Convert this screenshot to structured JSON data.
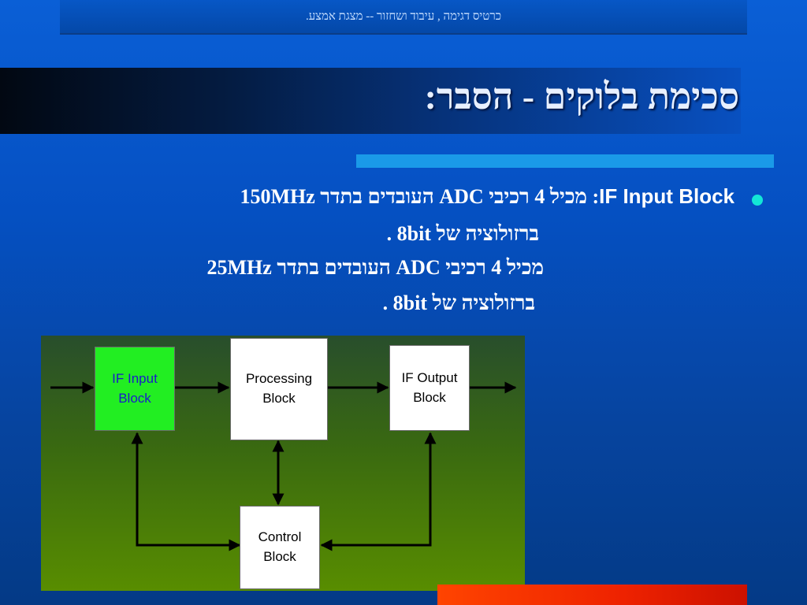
{
  "header": {
    "course_text": "כרטיס דגימה , עיבוד ושחזור -- מצגת אמצע."
  },
  "slide": {
    "title": "סכימת בלוקים - הסבר:",
    "lines": [
      {
        "lead": "IF Input Block",
        "rest": ": מכיל 4 רכיבי ADC העובדים בתדר 150MHz"
      },
      {
        "text": "ברזולוציה של  8bit ."
      },
      {
        "text": "מכיל 4 רכיבי ADC העובדים בתדר 25MHz"
      },
      {
        "text": "ברזולוציה של  8bit ."
      }
    ]
  },
  "diagram": {
    "blocks": {
      "if_input": "IF Input\nBlock",
      "processing": "Processing\nBlock",
      "if_output": "IF Output\nBlock",
      "control": "Control\nBlock"
    }
  },
  "colors": {
    "background": "#0550c2",
    "bullet": "#13e6d6",
    "if_input_fill": "#22ee22",
    "if_input_text": "#1a1acc",
    "diagram_bg_top": "#284e2c",
    "diagram_bg_bottom": "#588d00",
    "accent_bar": "#1a9ae8",
    "corner_bar": "#ff3300"
  }
}
